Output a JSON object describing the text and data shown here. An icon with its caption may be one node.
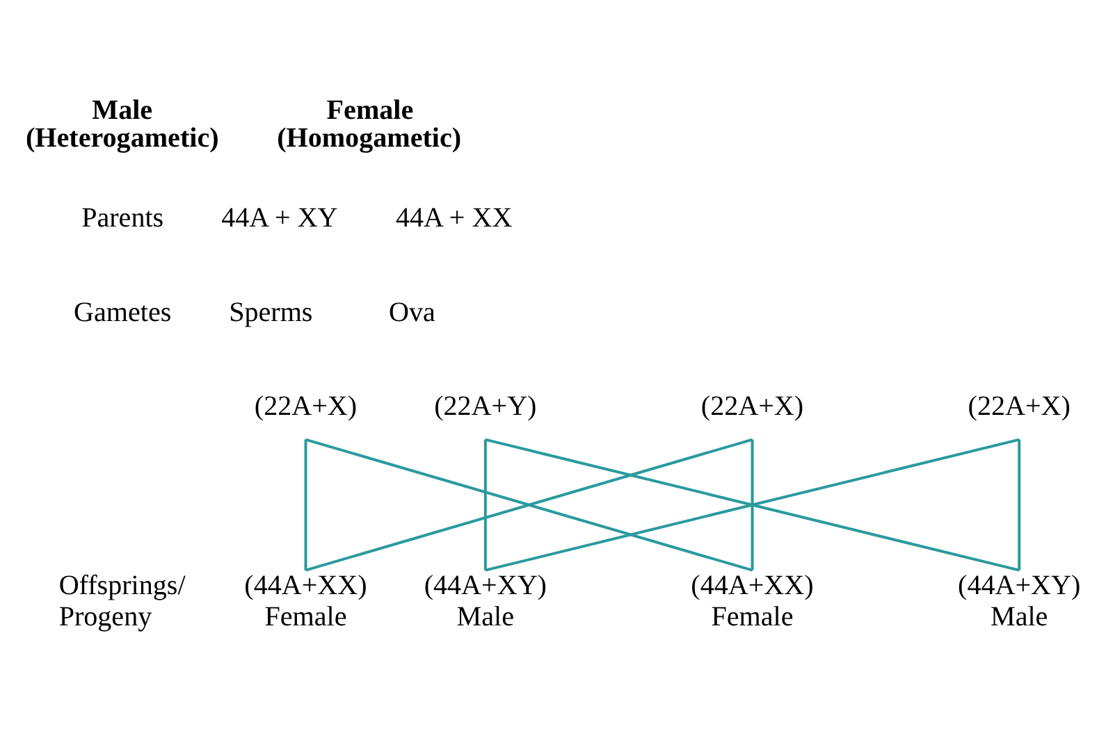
{
  "diagram": {
    "nodes": [
      {
        "text": [
          "(22A+X)"
        ]
      },
      {
        "text": [
          "(22A+Y)"
        ]
      },
      {
        "text": [
          "(22A+X)"
        ]
      },
      {
        "text": [
          "(22A+X)"
        ]
      },
      {
        "text": [
          "(44A+XX)"
        ],
        "beside": [
          "Female"
        ]
      },
      {
        "text": [
          "(44A+XY)"
        ],
        "beside": [
          "Male"
        ]
      },
      {
        "text": [
          "(44A+XX)"
        ],
        "beside": [
          "Female"
        ]
      },
      {
        "text": [
          "(44A+XY)"
        ],
        "beside": [
          "Male"
        ]
      }
    ],
    "edges": [
      {
        "from": 0,
        "to": 4,
        "arrow": "none"
      },
      {
        "from": 0,
        "to": 6,
        "arrow": "none"
      },
      {
        "from": 1,
        "to": 5,
        "arrow": "none"
      },
      {
        "from": 1,
        "to": 7,
        "arrow": "none"
      },
      {
        "from": 2,
        "to": 6,
        "arrow": "none"
      },
      {
        "from": 2,
        "to": 4,
        "arrow": "none"
      },
      {
        "from": 3,
        "to": 7,
        "arrow": "none"
      },
      {
        "from": 3,
        "to": 5,
        "arrow": "none"
      }
    ],
    "labels": [
      "Male (Heterogametic)",
      "Female (Homogametic)",
      "Parents",
      "44A + XY",
      "44A + XX",
      "Gametes",
      "Sperms",
      "Ova",
      "Offsprings/ Progeny"
    ]
  }
}
